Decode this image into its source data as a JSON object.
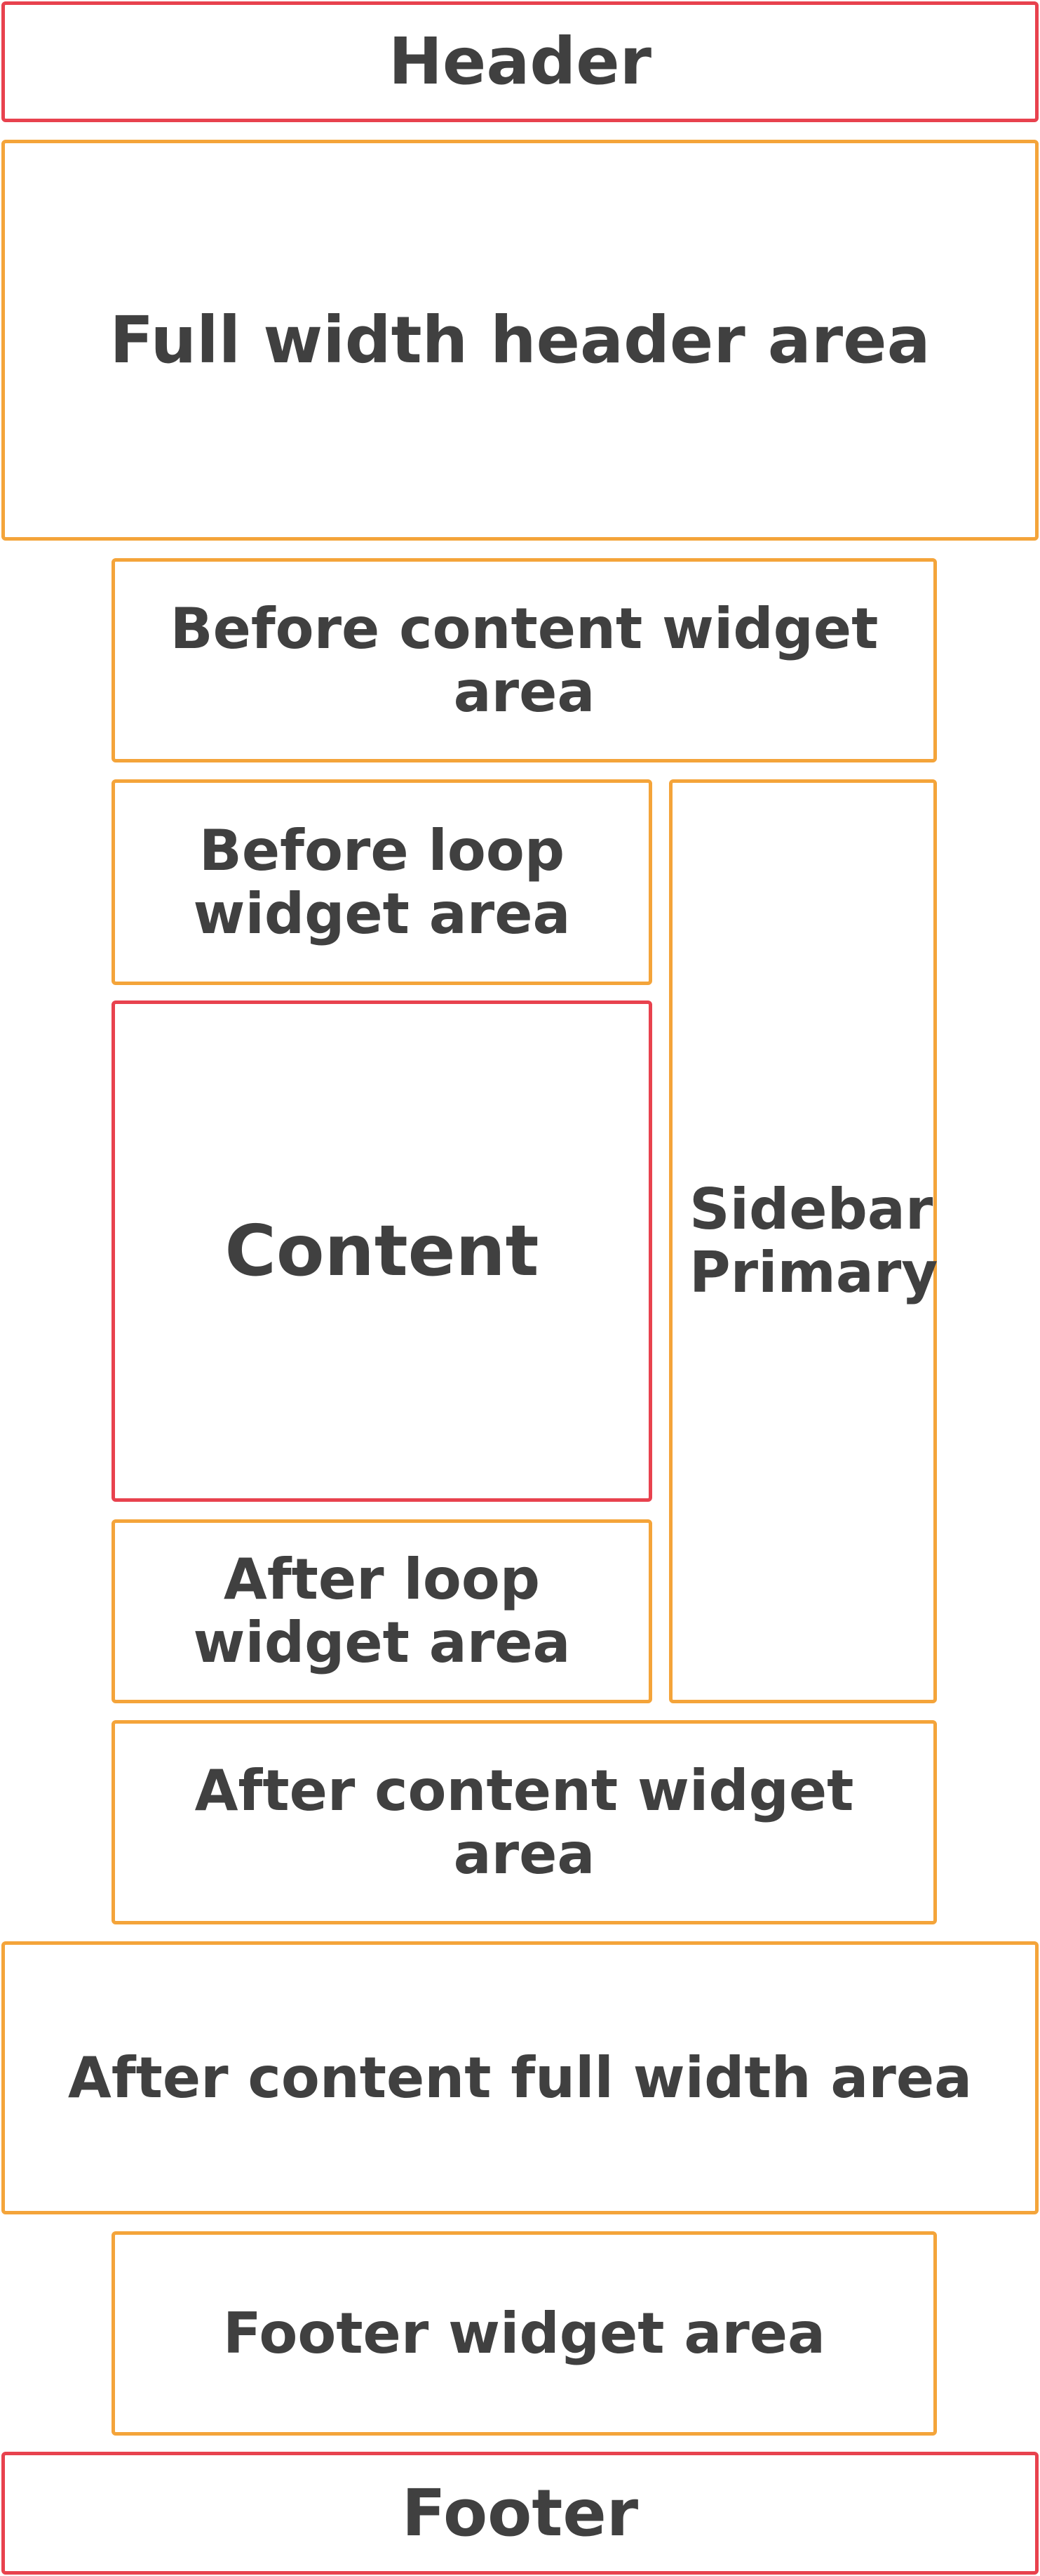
{
  "header": {
    "label": "Header"
  },
  "full_width_header_area": {
    "label": "Full width header area"
  },
  "before_content_widget_area": {
    "label": "Before content widget area"
  },
  "before_loop_widget_area": {
    "label": "Before loop widget area"
  },
  "content": {
    "label": "Content"
  },
  "after_loop_widget_area": {
    "label": "After loop widget area"
  },
  "sidebar_primary": {
    "label": "Sidebar Primary"
  },
  "after_content_widget_area": {
    "label": "After content widget area"
  },
  "after_content_full_width_area": {
    "label": "After content full width area"
  },
  "footer_widget_area": {
    "label": "Footer widget area"
  },
  "footer": {
    "label": "Footer"
  },
  "colors": {
    "core_region_border": "#e8424e",
    "widget_area_border": "#f4a43a",
    "text": "#404040"
  }
}
